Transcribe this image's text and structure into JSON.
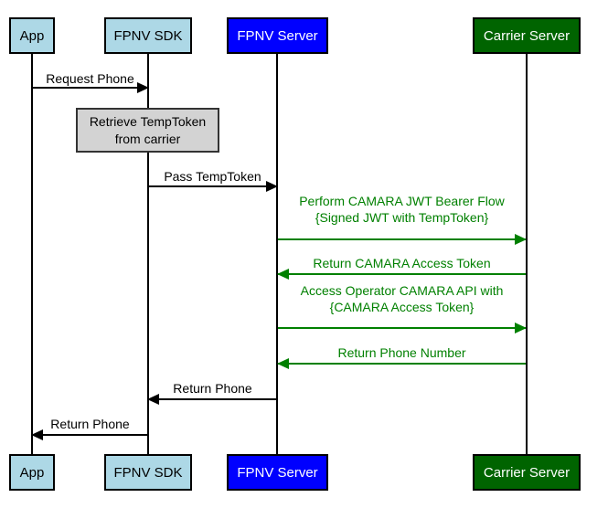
{
  "diagram": {
    "type": "sequence-diagram",
    "actors": [
      {
        "id": "app",
        "label": "App",
        "fill": "#ADD8E6",
        "text_color": "#000000"
      },
      {
        "id": "fpnv-sdk",
        "label": "FPNV SDK",
        "fill": "#ADD8E6",
        "text_color": "#000000"
      },
      {
        "id": "fpnv-server",
        "label": "FPNV Server",
        "fill": "#0000FF",
        "text_color": "#FFFFFF"
      },
      {
        "id": "carrier-server",
        "label": "Carrier Server",
        "fill": "#006400",
        "text_color": "#FFFFFF"
      }
    ],
    "activity": {
      "lines": [
        "Retrieve TempToken",
        "from carrier"
      ],
      "fill": "#D3D3D3",
      "on": "FPNV SDK"
    },
    "messages": [
      {
        "label": "Request Phone",
        "from": "App",
        "to": "FPNV SDK",
        "color": "#000000"
      },
      {
        "label": "Pass TempToken",
        "from": "FPNV SDK",
        "to": "FPNV Server",
        "color": "#000000"
      },
      {
        "lines": [
          "Perform CAMARA JWT Bearer Flow",
          "{Signed JWT with TempToken}"
        ],
        "from": "FPNV Server",
        "to": "Carrier Server",
        "color": "#008000"
      },
      {
        "label": "Return CAMARA Access Token",
        "from": "Carrier Server",
        "to": "FPNV Server",
        "color": "#008000"
      },
      {
        "lines": [
          "Access Operator CAMARA API with",
          "{CAMARA Access Token}"
        ],
        "from": "FPNV Server",
        "to": "Carrier Server",
        "color": "#008000"
      },
      {
        "label": "Return Phone Number",
        "from": "Carrier Server",
        "to": "FPNV Server",
        "color": "#008000"
      },
      {
        "label": "Return Phone",
        "from": "FPNV Server",
        "to": "FPNV SDK",
        "color": "#000000"
      },
      {
        "label": "Return Phone",
        "from": "FPNV SDK",
        "to": "App",
        "color": "#000000"
      }
    ],
    "lifeline_color": "#000000",
    "background": "#FFFFFF"
  }
}
